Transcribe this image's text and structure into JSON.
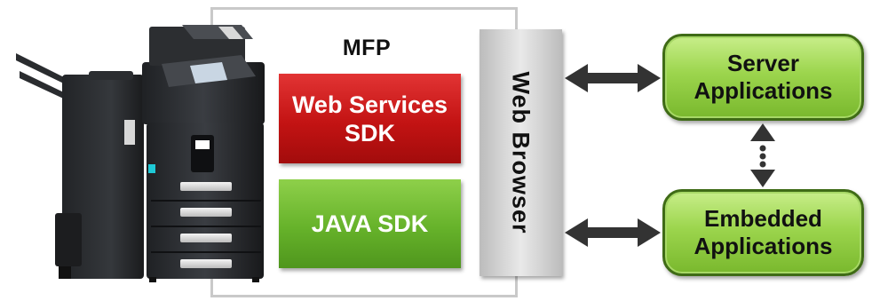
{
  "diagram": {
    "mfp_label": "MFP",
    "web_services_sdk": {
      "line1": "Web Services",
      "line2": "SDK"
    },
    "java_sdk": "JAVA SDK",
    "web_browser": "Web Browser",
    "server_applications": {
      "line1": "Server",
      "line2": "Applications"
    },
    "embedded_applications": {
      "line1": "Embedded",
      "line2": "Applications"
    }
  },
  "colors": {
    "red_box": "#c31313",
    "green_box": "#66b22a",
    "app_box": "#9cd54d",
    "browser_box": "#d3d3d3",
    "arrow": "#333333"
  },
  "icons": [
    "multifunction-printer-image"
  ]
}
